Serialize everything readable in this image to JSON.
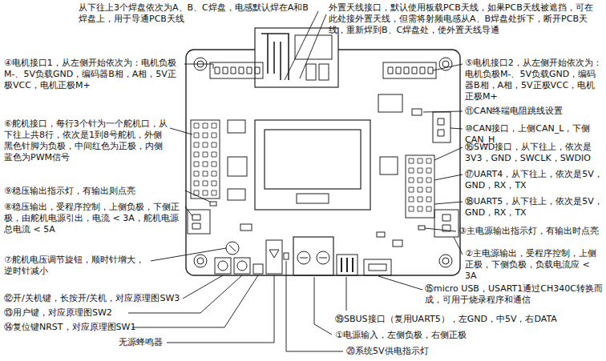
{
  "diagram": {
    "labels": [
      "从下往上3个焊盘依次为A、B、C焊盘，电感默认焊在A和B焊盘上，用于导通PCB天线",
      "外置天线接口，默认使用板载PCB天线，如果PCB天线被遮挡，可在此处接外置天线，但需将射频电感从A、B焊盘处拆下，断开PCB天线，重新焊到B、C焊盘处，使外置天线导通",
      "④电机接口1，从左侧开始依次为：电机负极M-、5V负载GND，编码器B相，A相，5V正极VCC，电机正极M+",
      "⑤电机接口2，从左侧开始依次为：电机负极M-、5V负载GND，编码器B相，A相，5V正极VCC，电机正极M+",
      "⑪CAN终端电阻跳线设置",
      "⑥舵机接口，每行3个针为一个舵机口，从下往上共8行，依次是1到8号舵机，外侧黑色针脚为负极，中间红色为正极，内侧蓝色为PWM信号",
      "⑩CAN接口，上侧CAN_L，下侧CAN_H",
      "⑯SWD接口，从下往上，依次是3V3，GND，SWCLK，SWDIO",
      "⑨稳压输出指示灯，有输出则点亮",
      "⑰UART4，从下往上，依次是5V，GND，RX，TX",
      "⑧稳压输出，受程序控制，上侧负极，下侧正极，由舵机电源引出，电流 < 3A，舵机电源总电流 < 5A",
      "⑱UART5，从下往上，依次是5V，GND，RX，TX",
      "③主电源输出指示灯，有输出时点亮",
      "⑦舵机电压调节旋钮，顺时针增大，逆时针减小",
      "②主电源输出，受程序控制，上侧正极，下侧负极，负载电流应 < 3A",
      "⑫开/关机键，长按开/关机，对应原理图SW3",
      "⑮micro USB，USART1通过CH340C转换而成，可用于烧录程序和通信",
      "⑬用户键，对应原理图SW2",
      "⑲SBUS接口（复用UART5），左GND，中5V，右DATA",
      "⑭复位键NRST，对应原理图SW1",
      "无源蜂鸣器",
      "①电源输入，左侧负极，右侧正极",
      "⑳系统5V供电指示灯"
    ]
  }
}
